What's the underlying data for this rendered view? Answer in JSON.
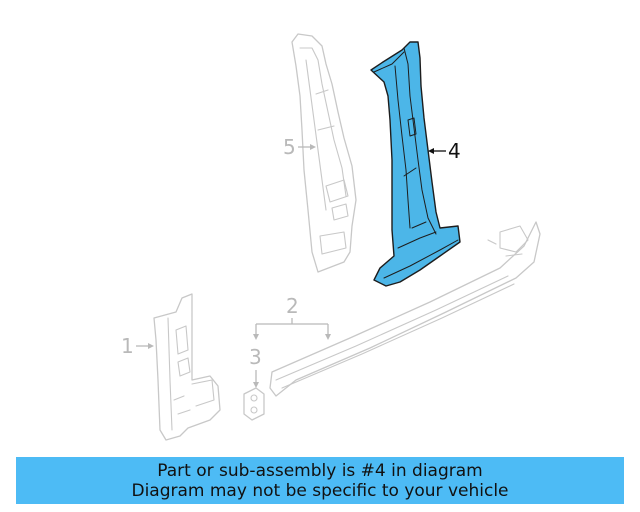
{
  "diagram": {
    "callouts": {
      "one": "1",
      "two": "2",
      "three": "3",
      "four": "4",
      "five": "5"
    },
    "highlight_color": "#4cb6e8"
  },
  "footer": {
    "line1": "Part or sub-assembly is #4 in diagram",
    "line2": "Diagram may not be specific to your vehicle",
    "background": "#4dbbf5"
  }
}
